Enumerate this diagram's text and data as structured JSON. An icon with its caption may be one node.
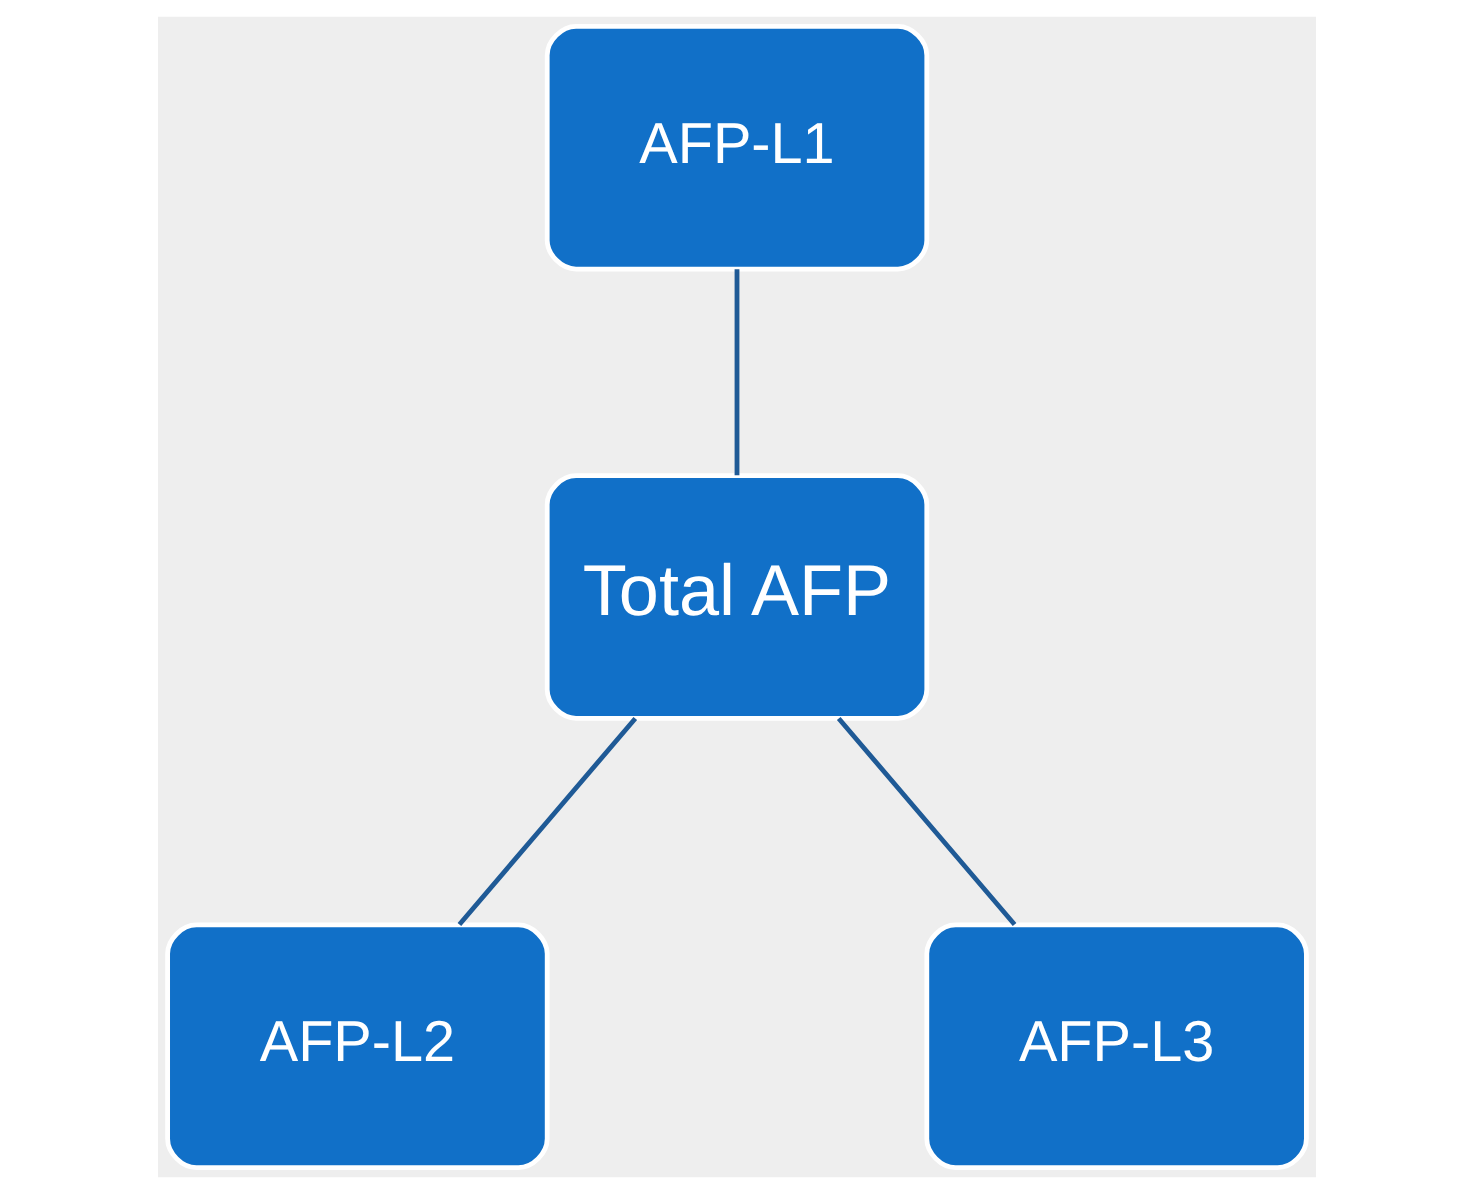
{
  "diagram": {
    "nodes": [
      {
        "text": [
          "AFP-L1"
        ]
      },
      {
        "text": [
          "Total AFP"
        ]
      },
      {
        "text": [
          "AFP-L2"
        ]
      },
      {
        "text": [
          "AFP-L3"
        ]
      }
    ],
    "edges": [
      {
        "from": 0,
        "to": 1,
        "arrow": "none"
      },
      {
        "from": 1,
        "to": 2,
        "arrow": "none"
      },
      {
        "from": 1,
        "to": 3,
        "arrow": "none"
      }
    ]
  }
}
